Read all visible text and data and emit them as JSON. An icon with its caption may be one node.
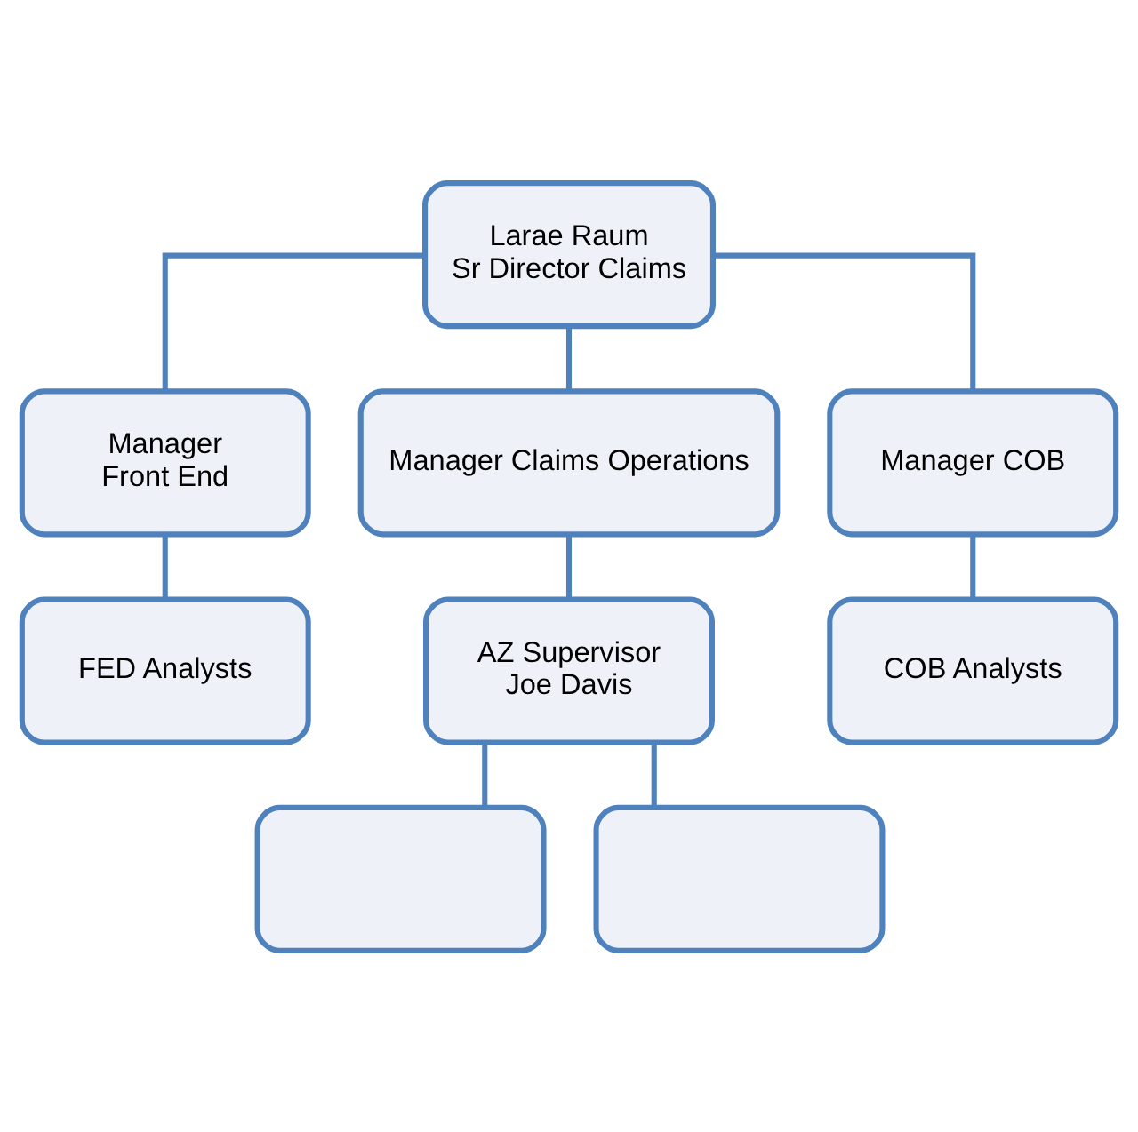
{
  "diagram": {
    "nodes": [
      {
        "text": [
          "Larae Raum",
          "Sr Director Claims"
        ]
      },
      {
        "text": [
          "Manager",
          "Front End"
        ]
      },
      {
        "text": [
          "Manager Claims Operations"
        ]
      },
      {
        "text": [
          "Manager COB"
        ]
      },
      {
        "text": [
          "FED Analysts"
        ]
      },
      {
        "text": [
          "AZ Supervisor",
          "Joe Davis"
        ]
      },
      {
        "text": [
          "COB Analysts"
        ]
      },
      {
        "text": [],
        "shape": "box"
      },
      {
        "text": [],
        "shape": "box"
      }
    ],
    "edges": [
      {
        "from": 0,
        "to": 1,
        "arrow": "none"
      },
      {
        "from": 0,
        "to": 2,
        "arrow": "none"
      },
      {
        "from": 0,
        "to": 3,
        "arrow": "none"
      },
      {
        "from": 1,
        "to": 4,
        "arrow": "none"
      },
      {
        "from": 2,
        "to": 5,
        "arrow": "none"
      },
      {
        "from": 3,
        "to": 6,
        "arrow": "none"
      },
      {
        "from": 5,
        "to": 7,
        "arrow": "none"
      },
      {
        "from": 5,
        "to": 8,
        "arrow": "none"
      }
    ]
  }
}
